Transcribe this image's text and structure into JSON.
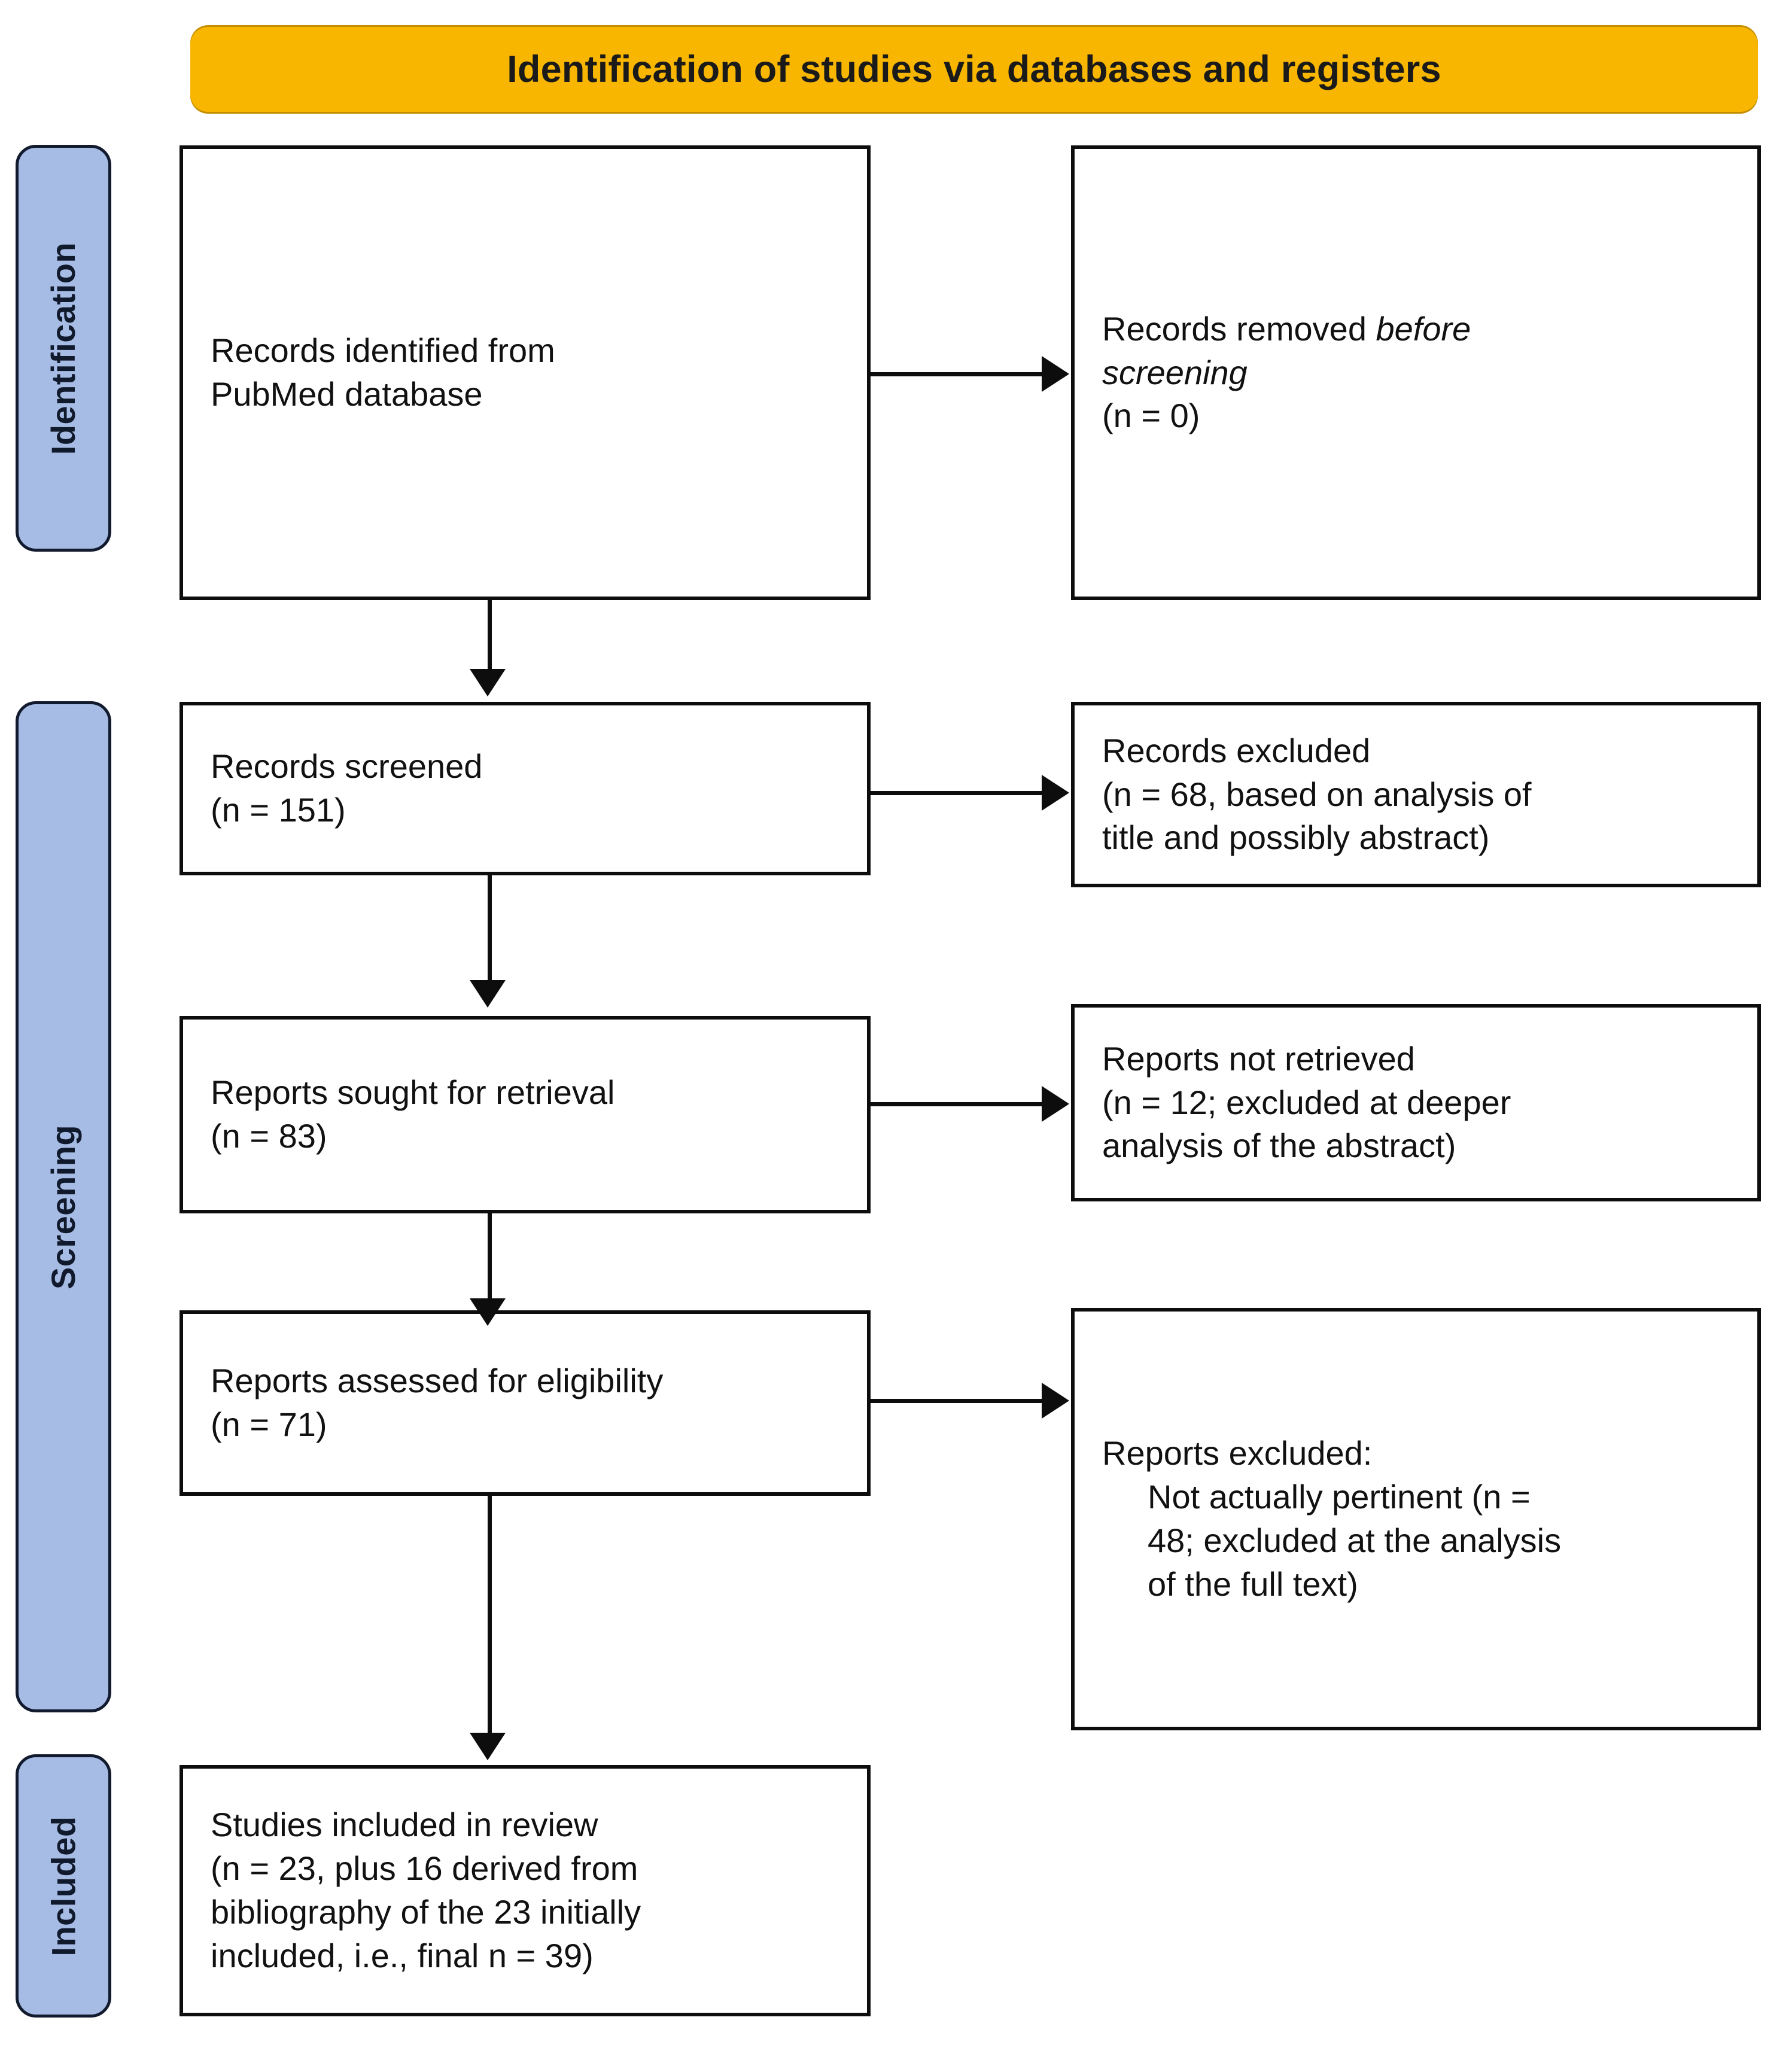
{
  "banner": {
    "title": "Identification of studies via databases and registers",
    "color": "#F8B600"
  },
  "stage_labels": {
    "identification": "Identification",
    "screening": "Screening",
    "included": "Included",
    "color": "#A6BCE4"
  },
  "boxes": {
    "identified": {
      "line1": "Records identified from",
      "line2": "PubMed database"
    },
    "removed": {
      "line1_plain": "Records removed ",
      "line1_italic": "before",
      "line2_italic": "screening",
      "line3": "(n = 0)",
      "n": 0
    },
    "screened": {
      "line1": "Records screened",
      "line2": "(n = 151)",
      "n": 151
    },
    "excluded_screening": {
      "line1": "Records excluded",
      "line2": "(n = 68, based on analysis of",
      "line3": "title and possibly abstract)",
      "n": 68
    },
    "sought": {
      "line1": "Reports sought for retrieval",
      "line2": "(n = 83)",
      "n": 83
    },
    "not_retrieved": {
      "line1": "Reports not retrieved",
      "line2": "(n = 12; excluded at deeper",
      "line3": "analysis of the abstract)",
      "n": 12
    },
    "assessed": {
      "line1": "Reports assessed for eligibility",
      "line2": "(n = 71)",
      "n": 71
    },
    "excluded_eligibility": {
      "line1": "Reports excluded:",
      "line2": "Not actually pertinent (n =",
      "line3": "48; excluded at the analysis",
      "line4": "of the full text)",
      "n": 48
    },
    "included": {
      "line1": "Studies included in review",
      "line2": "(n = 23, plus 16 derived from",
      "line3": "bibliography of the 23 initially",
      "line4": "included, i.e., final n = 39)",
      "n": 23,
      "n_derived": 16,
      "n_final": 39
    }
  },
  "chart_data": {
    "type": "diagram",
    "title": "Identification of studies via databases and registers",
    "stages": [
      "Identification",
      "Screening",
      "Included"
    ],
    "nodes": [
      {
        "id": "identified",
        "stage": "Identification",
        "label": "Records identified from PubMed database",
        "n": null
      },
      {
        "id": "removed",
        "stage": "Identification",
        "label": "Records removed before screening",
        "n": 0
      },
      {
        "id": "screened",
        "stage": "Screening",
        "label": "Records screened",
        "n": 151
      },
      {
        "id": "excluded_screening",
        "stage": "Screening",
        "label": "Records excluded, based on analysis of title and possibly abstract",
        "n": 68
      },
      {
        "id": "sought",
        "stage": "Screening",
        "label": "Reports sought for retrieval",
        "n": 83
      },
      {
        "id": "not_retrieved",
        "stage": "Screening",
        "label": "Reports not retrieved; excluded at deeper analysis of the abstract",
        "n": 12
      },
      {
        "id": "assessed",
        "stage": "Screening",
        "label": "Reports assessed for eligibility",
        "n": 71
      },
      {
        "id": "excluded_eligibility",
        "stage": "Screening",
        "label": "Reports excluded: Not actually pertinent; excluded at the analysis of the full text",
        "n": 48
      },
      {
        "id": "included",
        "stage": "Included",
        "label": "Studies included in review",
        "n": 23,
        "n_derived": 16,
        "n_final": 39
      }
    ],
    "edges": [
      {
        "from": "identified",
        "to": "removed",
        "dir": "right"
      },
      {
        "from": "identified",
        "to": "screened",
        "dir": "down"
      },
      {
        "from": "screened",
        "to": "excluded_screening",
        "dir": "right"
      },
      {
        "from": "screened",
        "to": "sought",
        "dir": "down"
      },
      {
        "from": "sought",
        "to": "not_retrieved",
        "dir": "right"
      },
      {
        "from": "sought",
        "to": "assessed",
        "dir": "down"
      },
      {
        "from": "assessed",
        "to": "excluded_eligibility",
        "dir": "right"
      },
      {
        "from": "assessed",
        "to": "included",
        "dir": "down"
      }
    ]
  }
}
